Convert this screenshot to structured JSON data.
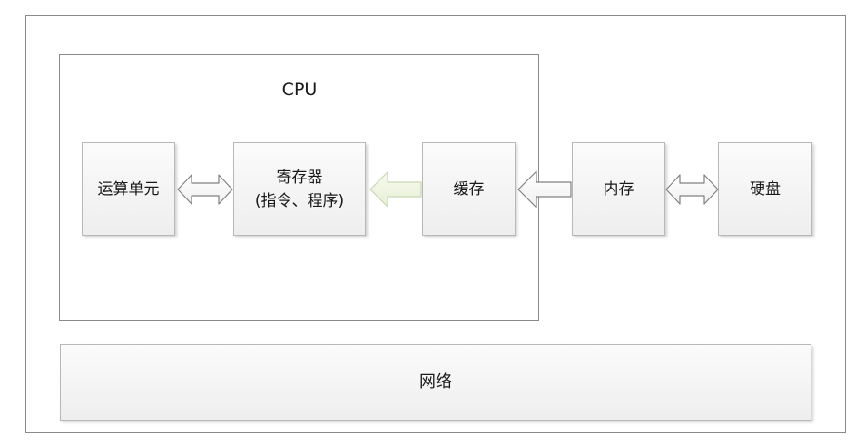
{
  "diagram": {
    "cpu_label": "CPU",
    "alu_label": "运算单元",
    "register_line1": "寄存器",
    "register_line2": "(指令、程序)",
    "cache_label": "缓存",
    "memory_label": "内存",
    "disk_label": "硬盘",
    "network_label": "网络"
  },
  "connectors": [
    {
      "from": "alu",
      "to": "register",
      "kind": "double-arrow"
    },
    {
      "from": "cache",
      "to": "register",
      "kind": "single-arrow"
    },
    {
      "from": "memory",
      "to": "cache",
      "kind": "single-arrow"
    },
    {
      "from": "memory",
      "to": "disk",
      "kind": "double-arrow"
    }
  ],
  "colors": {
    "frame_border": "#8a8a8a",
    "box_border": "#b8b8b8",
    "arrow_stroke": "#808080",
    "cache_arrow_fill": "#eef4df"
  }
}
